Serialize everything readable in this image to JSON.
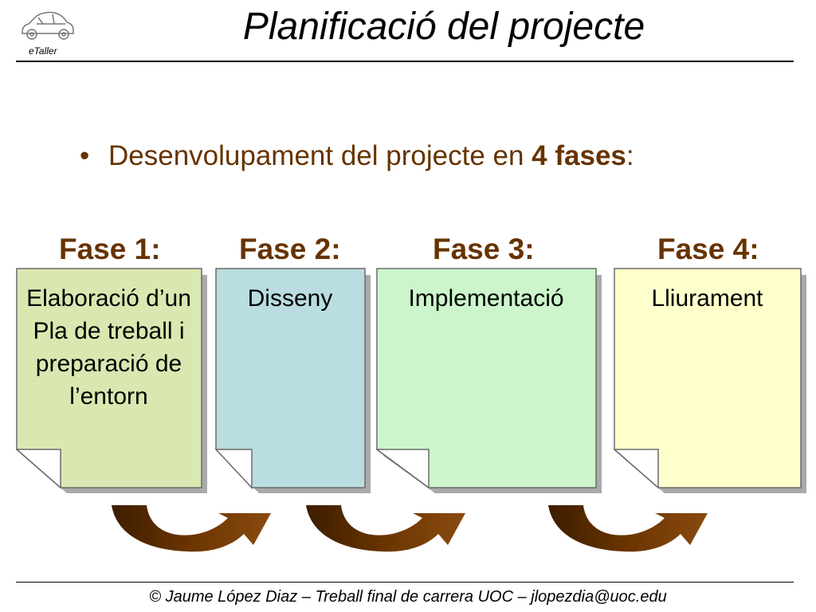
{
  "header": {
    "logo_text": "eTaller",
    "title": "Planificació del projecte"
  },
  "bullet": {
    "text_before": "Desenvolupament del projecte en ",
    "text_bold": "4 fases",
    "text_after": ":"
  },
  "phases": [
    {
      "label": "Fase 1:",
      "text": "Elaboració d’un Pla de treball i preparació de l’entorn",
      "color": "#d9e8b0"
    },
    {
      "label": "Fase 2:",
      "text": "Disseny",
      "color": "#b9dde0"
    },
    {
      "label": "Fase 3:",
      "text": "Implementació",
      "color": "#ccf5cc"
    },
    {
      "label": "Fase 4:",
      "text": "Lliurament",
      "color": "#ffffcc"
    }
  ],
  "colors": {
    "accent": "#663300",
    "arrow": "#5a2e00",
    "card_border": "#6b6b6b"
  },
  "footer": {
    "text": "© Jaume López Diaz – Treball final de carrera UOC – jlopezdia@uoc.edu"
  }
}
